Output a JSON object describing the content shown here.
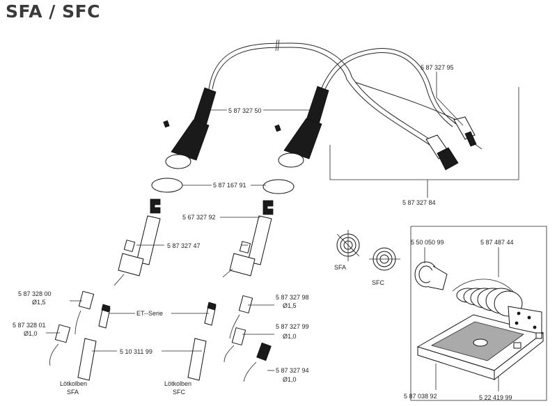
{
  "title": "SFA / SFC",
  "labels": {
    "p_587327 95": "5 87 327 95",
    "p_587327 50": "5 87 327 50",
    "p_587167 91": "5 87 167 91",
    "p_587327 84": "5 87 327 84",
    "p_567327 92": "5 67 327 92",
    "p_587327 47": "5 87 327 47",
    "p_550050 99": "5 50 050 99",
    "p_587487 44": "5 87 487 44",
    "p_587328 00": "5 87 328 00",
    "d_15a": "Ø1,5",
    "p_587328 01": "5 87 328 01",
    "d_10a": "Ø1,0",
    "et_serie": "ET--Serie",
    "p_510311 99": "5 10 311 99",
    "p_587327 98": "5 87 327 98",
    "d_15b": "Ø1,5",
    "p_587327 99": "5 87 327 99",
    "d_10b": "Ø1,0",
    "p_587327 94": "5 87 327 94",
    "d_10c": "Ø1,0",
    "lotkolben_sfa_1": "Lötkolben",
    "lotkolben_sfa_2": "SFA",
    "lotkolben_sfc_1": "Lötkolben",
    "lotkolben_sfc_2": "SFC",
    "sfa": "SFA",
    "sfc": "SFC",
    "p_587038 92": "5 87 038 92",
    "p_522419 99": "5 22 419 99"
  }
}
